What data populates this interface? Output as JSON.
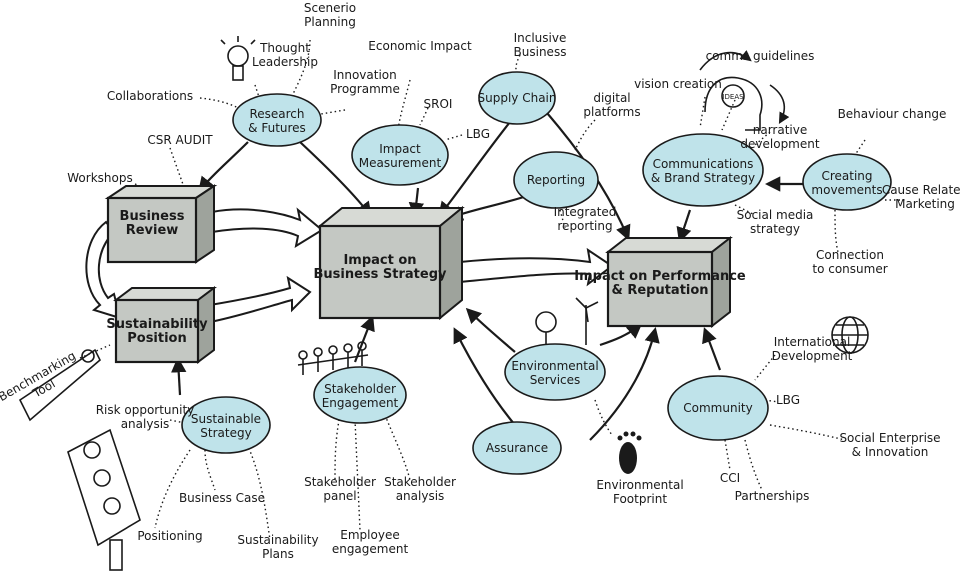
{
  "boxes": {
    "business_review": "Business Review",
    "sustainability_position": "Sustainability Position",
    "impact_business_strategy": "Impact on Business Strategy",
    "impact_performance": "Impact on Performance & Reputation"
  },
  "clouds": {
    "research_futures": "Research & Futures",
    "impact_measurement": "Impact Measurement",
    "supply_chain": "Supply Chain",
    "reporting": "Reporting",
    "communications": "Communications & Brand Strategy",
    "creating_movements": "Creating movements",
    "sustainable_strategy": "Sustainable Strategy",
    "stakeholder_engagement": "Stakeholder Engagement",
    "environmental_services": "Environmental Services",
    "assurance": "Assurance",
    "community": "Community"
  },
  "labels": {
    "scenario_planning": "Scenerio Planning",
    "thought_leadership": "Thought Leadership",
    "innovation_programme": "Innovation Programme",
    "collaborations": "Collaborations",
    "csr_audit": "CSR AUDIT",
    "workshops": "Workshops",
    "economic_impact": "Economic Impact",
    "sroi": "SROI",
    "lbg": "LBG",
    "inclusive_business": "Inclusive Business",
    "digital_platforms": "digital platforms",
    "integrated_reporting": "Integrated reporting",
    "vision_creation": "vision creation",
    "comms_guidelines": "comms guidelines",
    "ideas": "IDEAS",
    "narrative_development": "narrative development",
    "social_media_strategy": "Social media strategy",
    "behaviour_change": "Behaviour change",
    "cause_related_marketing": "Cause Related Marketing",
    "connection_to_consumer": "Connection to consumer",
    "benchmarking_tool": "Benchmarking Tool",
    "risk_opportunity": "Risk opportunity analysis",
    "business_case": "Business Case",
    "positioning": "Positioning",
    "sustainability_plans": "Sustainability Plans",
    "stakeholder_panel": "Stakeholder panel",
    "employee_engagement": "Employee engagement",
    "stakeholder_analysis": "Stakeholder analysis",
    "environmental_footprint": "Environmental Footprint",
    "international_development": "International Development",
    "lbg_community": "LBG",
    "social_enterprise": "Social Enterprise & Innovation",
    "cci": "CCI",
    "partnerships": "Partnerships"
  }
}
